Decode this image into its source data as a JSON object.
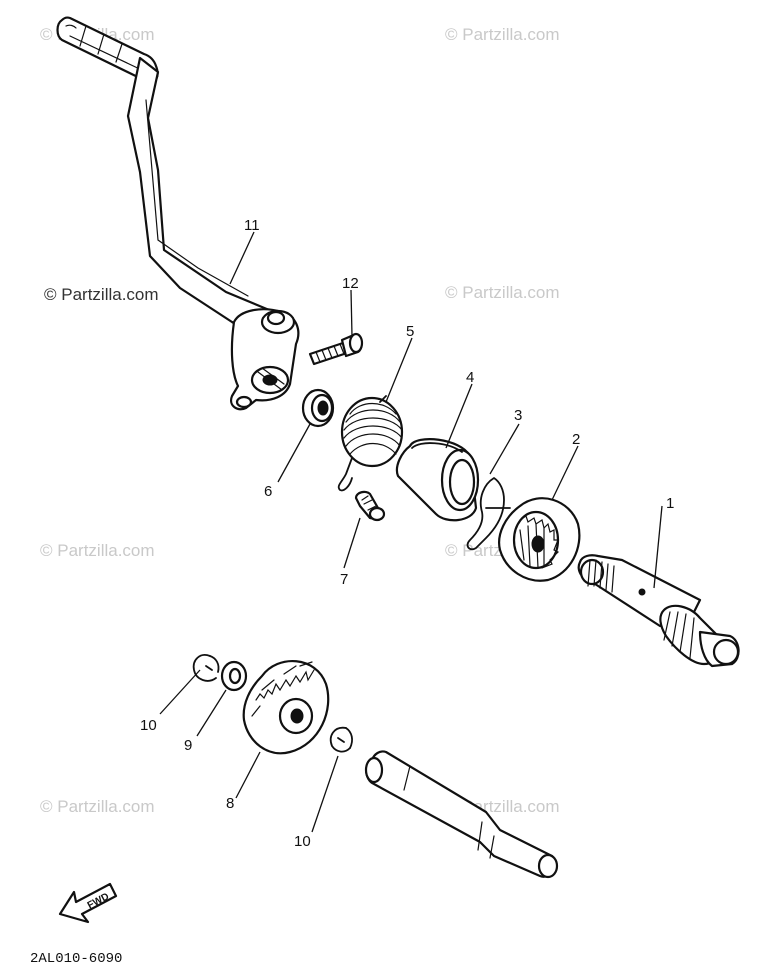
{
  "watermark": {
    "text": "© Partzilla.com"
  },
  "callouts": {
    "c1": "1",
    "c2": "2",
    "c3": "3",
    "c4": "4",
    "c5": "5",
    "c6": "6",
    "c7": "7",
    "c8": "8",
    "c9": "9",
    "c10a": "10",
    "c10b": "10",
    "c11": "11",
    "c12": "12"
  },
  "fwd_label": "FWD",
  "diagram_code": "2AL010-6090",
  "parts": [
    {
      "ref": "1",
      "shape": "kick-axle-shaft"
    },
    {
      "ref": "2",
      "shape": "ratchet-wheel"
    },
    {
      "ref": "3",
      "shape": "clip"
    },
    {
      "ref": "4",
      "shape": "spring-guide"
    },
    {
      "ref": "5",
      "shape": "torsion-spring"
    },
    {
      "ref": "6",
      "shape": "oil-seal"
    },
    {
      "ref": "7",
      "shape": "bolt"
    },
    {
      "ref": "8",
      "shape": "idler-gear"
    },
    {
      "ref": "9",
      "shape": "washer"
    },
    {
      "ref": "10",
      "shape": "circlip"
    },
    {
      "ref": "11",
      "shape": "kick-crank"
    },
    {
      "ref": "12",
      "shape": "bolt"
    }
  ]
}
